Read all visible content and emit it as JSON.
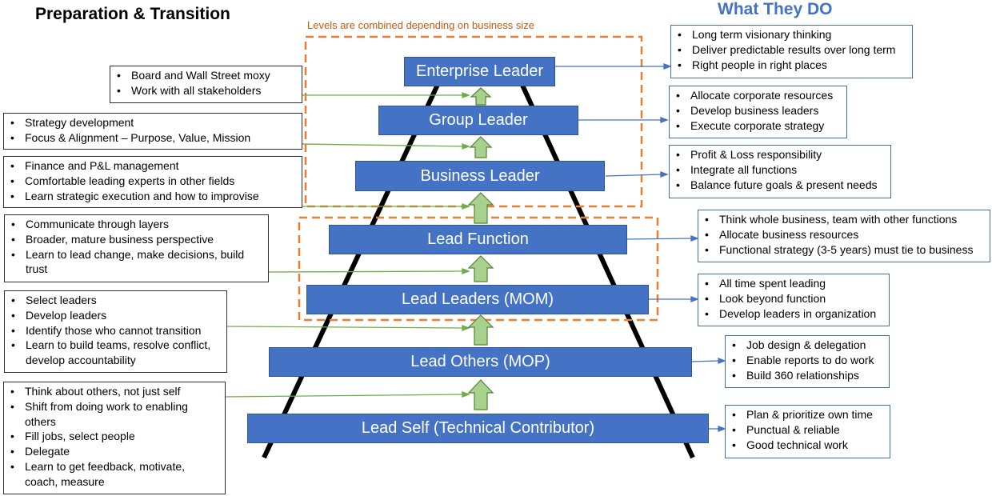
{
  "titles": {
    "left": "Preparation & Transition",
    "right": "What They DO",
    "levels_note": "Levels are combined depending on business size"
  },
  "levels": [
    {
      "label": "Enterprise Leader"
    },
    {
      "label": "Group Leader"
    },
    {
      "label": "Business Leader"
    },
    {
      "label": "Lead Function"
    },
    {
      "label": "Lead Leaders (MOM)"
    },
    {
      "label": "Lead Others (MOP)"
    },
    {
      "label": "Lead Self (Technical Contributor)"
    }
  ],
  "preparation": [
    {
      "items": [
        "Board and Wall Street moxy",
        "Work with all stakeholders"
      ]
    },
    {
      "items": [
        "Strategy development",
        "Focus & Alignment – Purpose, Value, Mission"
      ]
    },
    {
      "items": [
        "Finance and P&L management",
        "Comfortable leading experts in other fields",
        "Learn strategic execution and how to improvise"
      ]
    },
    {
      "items": [
        "Communicate through layers",
        "Broader, mature business perspective",
        "Learn to lead change, make decisions, build trust"
      ]
    },
    {
      "items": [
        "Select leaders",
        "Develop leaders",
        "Identify those who cannot transition",
        "Learn to build teams, resolve conflict, develop accountability"
      ]
    },
    {
      "items": [
        "Think about others, not just self",
        "Shift from doing work to enabling others",
        "Fill jobs, select people",
        "Delegate",
        "Learn to get feedback, motivate, coach, measure"
      ]
    }
  ],
  "what_they_do": [
    {
      "items": [
        "Long term visionary thinking",
        "Deliver predictable results over long term",
        "Right people in right places"
      ]
    },
    {
      "items": [
        "Allocate corporate resources",
        "Develop business leaders",
        "Execute corporate strategy"
      ]
    },
    {
      "items": [
        "Profit & Loss responsibility",
        "Integrate all functions",
        "Balance future goals & present needs"
      ]
    },
    {
      "items": [
        "Think whole business, team with other functions",
        "Allocate business resources",
        "Functional strategy (3-5 years) must tie to business"
      ]
    },
    {
      "items": [
        "All time spent leading",
        "Look beyond function",
        "Develop leaders in organization"
      ]
    },
    {
      "items": [
        "Job design & delegation",
        "Enable reports to do work",
        "Build 360 relationships"
      ]
    },
    {
      "items": [
        "Plan & prioritize own time",
        "Punctual & reliable",
        "Good technical work"
      ]
    }
  ],
  "colors": {
    "level_fill": "#4472c4",
    "title_accent": "#4472c4",
    "dashed_group": "#ed7d31",
    "up_arrow_fill": "#a9d18e",
    "up_arrow_stroke": "#548235",
    "connector_green": "#70ad47",
    "connector_blue": "#4472c4"
  }
}
